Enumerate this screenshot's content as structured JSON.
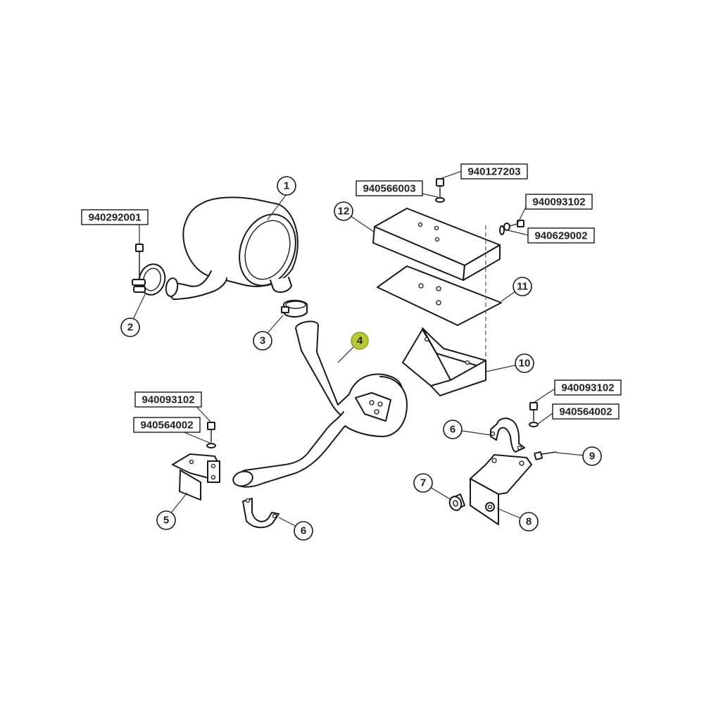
{
  "callouts": [
    {
      "id": "c1",
      "label": "1"
    },
    {
      "id": "c2",
      "label": "2"
    },
    {
      "id": "c3",
      "label": "3"
    },
    {
      "id": "c4",
      "label": "4",
      "highlighted": true
    },
    {
      "id": "c5",
      "label": "5"
    },
    {
      "id": "c6a",
      "label": "6"
    },
    {
      "id": "c6b",
      "label": "6"
    },
    {
      "id": "c7",
      "label": "7"
    },
    {
      "id": "c8",
      "label": "8"
    },
    {
      "id": "c9",
      "label": "9"
    },
    {
      "id": "c10",
      "label": "10"
    },
    {
      "id": "c11",
      "label": "11"
    },
    {
      "id": "c12",
      "label": "12"
    }
  ],
  "part_numbers": [
    {
      "id": "pn1",
      "text": "940292001"
    },
    {
      "id": "pn2",
      "text": "940127203"
    },
    {
      "id": "pn3",
      "text": "940566003"
    },
    {
      "id": "pn4",
      "text": "940093102"
    },
    {
      "id": "pn5",
      "text": "940629002"
    },
    {
      "id": "pn6",
      "text": "940093102"
    },
    {
      "id": "pn7",
      "text": "940564002"
    },
    {
      "id": "pn8",
      "text": "940093102"
    },
    {
      "id": "pn9",
      "text": "940564002"
    }
  ],
  "colors": {
    "highlight": "#b5c934",
    "line": "#1a1a1a"
  }
}
